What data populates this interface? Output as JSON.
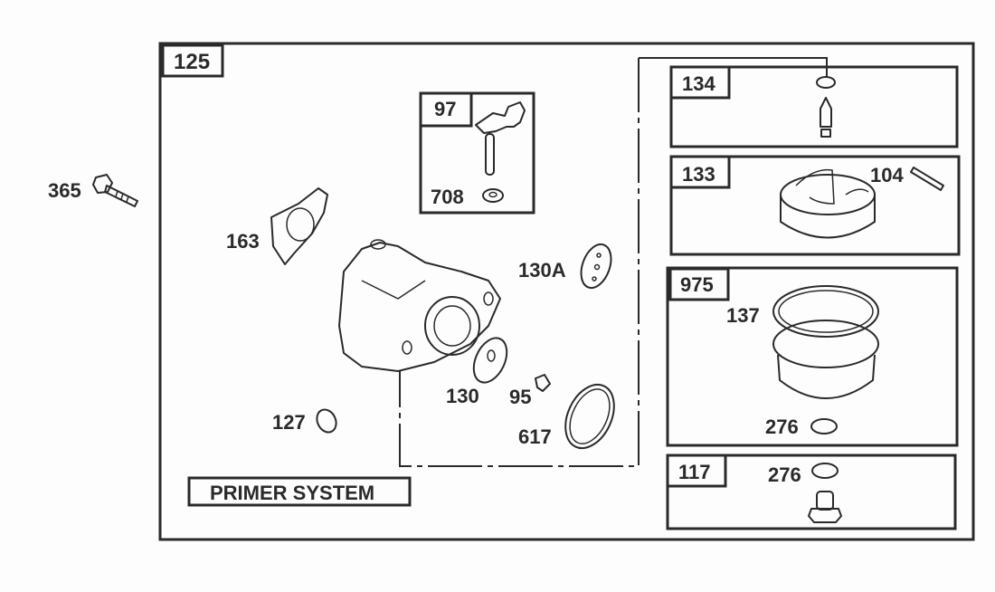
{
  "diagram": {
    "main_group": "125",
    "bolt_label": "365",
    "gasket_label": "163",
    "plug_label": "127",
    "diaphragm_label": "130",
    "diaphragm_a_label": "130A",
    "screw_label": "95",
    "oring_label": "617",
    "primer_label": "PRIMER SYSTEM",
    "inset_97": {
      "group": "97",
      "washer": "708"
    },
    "inset_134": {
      "group": "134"
    },
    "inset_133": {
      "group": "133",
      "pin": "104"
    },
    "inset_975": {
      "group": "975",
      "ring": "137",
      "washer": "276"
    },
    "inset_117": {
      "group": "117",
      "washer": "276"
    }
  }
}
